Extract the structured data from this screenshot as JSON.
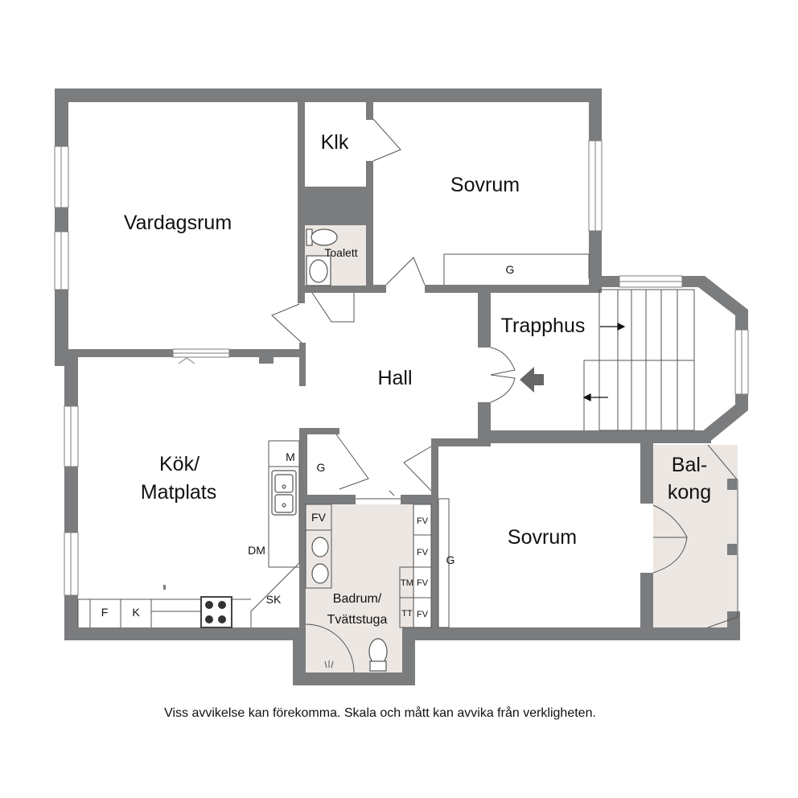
{
  "rooms": {
    "vardagsrum": "Vardagsrum",
    "klk": "Klk",
    "sovrum_top": "Sovrum",
    "toalett": "Toalett",
    "trapphus": "Trapphus",
    "hall": "Hall",
    "kok_line1": "Kök/",
    "kok_line2": "Matplats",
    "sovrum_bottom": "Sovrum",
    "balkong_line1": "Bal-",
    "balkong_line2": "kong",
    "badrum_line1": "Badrum/",
    "badrum_line2": "Tvättstuga"
  },
  "fixtures": {
    "g_sovrum_top": "G",
    "g_hall": "G",
    "g_sovrum_bottom": "G",
    "m": "M",
    "dm": "DM",
    "sk": "SK",
    "f": "F",
    "k": "K",
    "fv_left": "FV",
    "fv_1": "FV",
    "fv_2": "FV",
    "tm": "TM",
    "fv_3": "FV",
    "tt": "TT",
    "fv_4": "FV"
  },
  "colors": {
    "wall": "#7b7c7e",
    "wet_floor": "#ece7e2",
    "line": "#555555",
    "text": "#111111"
  },
  "disclaimer": "Viss avvikelse kan förekomma. Skala och mått kan avvika från verkligheten."
}
